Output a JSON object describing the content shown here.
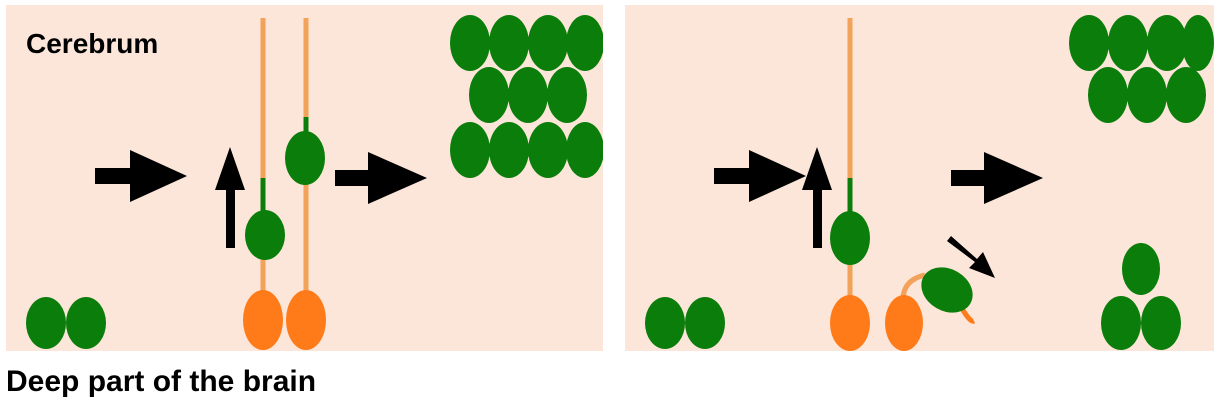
{
  "labels": {
    "cerebrum": "Cerebrum",
    "deep_part": "Deep part of the brain"
  },
  "colors": {
    "background": "#fce6d9",
    "neuron_green": "#0a7d0a",
    "radial_glia_orange": "#ff7b1a",
    "fiber_orange": "#f2a25b",
    "arrow_black": "#000000"
  },
  "panels": [
    {
      "name": "left-panel"
    },
    {
      "name": "right-panel"
    }
  ]
}
